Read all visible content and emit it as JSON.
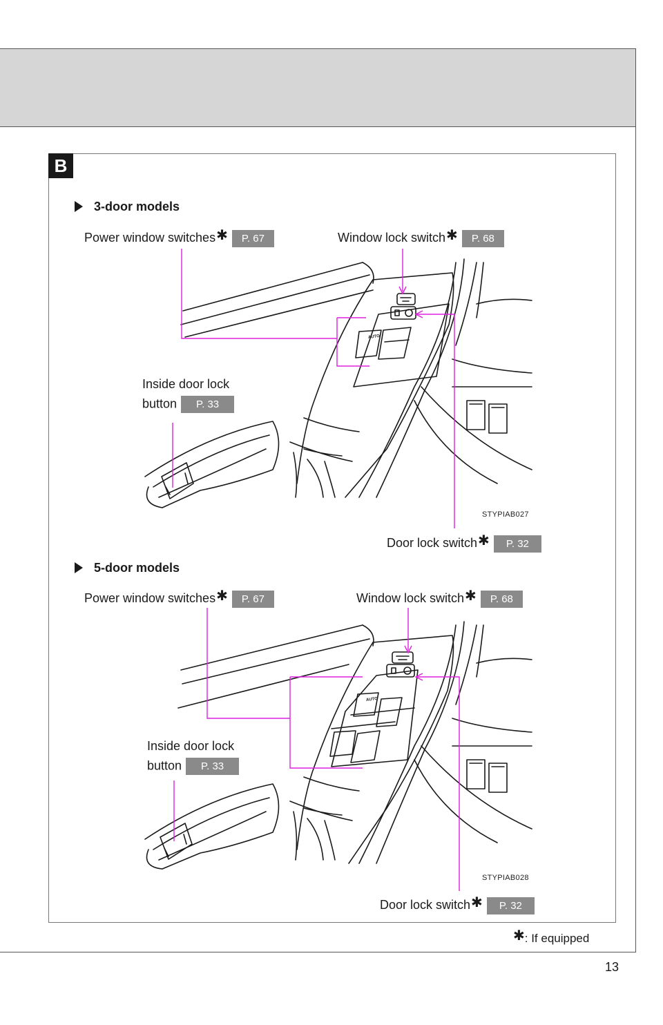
{
  "section": {
    "badge": "B"
  },
  "models": [
    {
      "heading": "3-door models",
      "power_window": {
        "label": "Power window switches",
        "star": "✱",
        "ref": "P. 67"
      },
      "window_lock": {
        "label": "Window lock switch",
        "star": "✱",
        "ref": "P. 68"
      },
      "inside_door_lock": {
        "label_line1": "Inside door lock",
        "label_line2": "button",
        "ref": "P. 33"
      },
      "door_lock": {
        "label": "Door lock switch",
        "star": "✱",
        "ref": "P. 32"
      },
      "figure_code": "STYPIAB027",
      "auto_label": "AUTO"
    },
    {
      "heading": "5-door models",
      "power_window": {
        "label": "Power window switches",
        "star": "✱",
        "ref": "P. 67"
      },
      "window_lock": {
        "label": "Window lock switch",
        "star": "✱",
        "ref": "P. 68"
      },
      "inside_door_lock": {
        "label_line1": "Inside door lock",
        "label_line2": "button",
        "ref": "P. 33"
      },
      "door_lock": {
        "label": "Door lock switch",
        "star": "✱",
        "ref": "P. 32"
      },
      "figure_code": "STYPIAB028",
      "auto_label": "AUTO"
    }
  ],
  "footnote": {
    "star": "✱",
    "text": ": If equipped"
  },
  "page_number": "13",
  "colors": {
    "callout": "#e020e0",
    "header_band": "#d6d6d6",
    "ref_badge": "#8a8a8a"
  }
}
